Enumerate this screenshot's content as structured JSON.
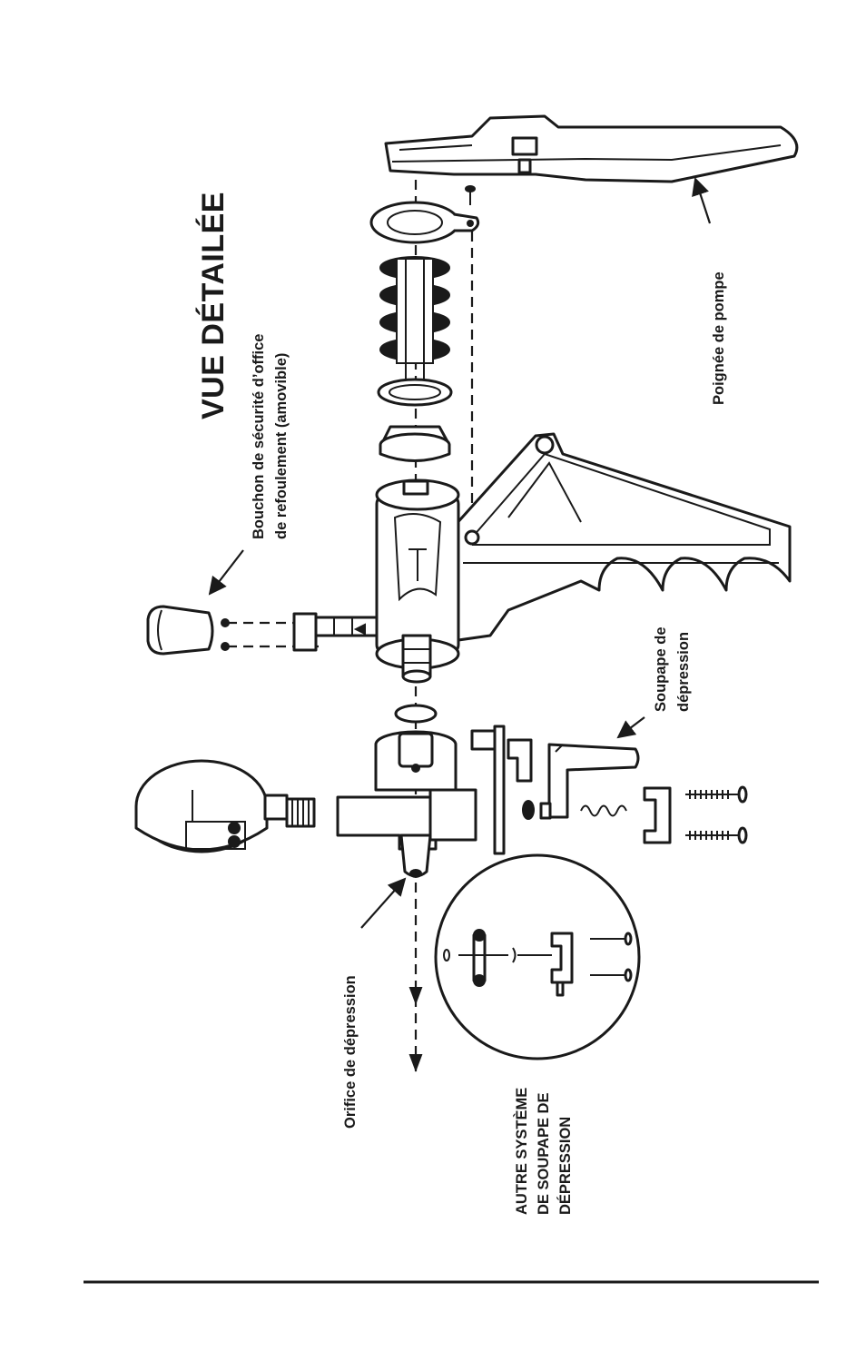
{
  "diagram": {
    "title": "VUE DÉTAILÉE",
    "labels": {
      "cap_line1": "Bouchon de sécurité d’office",
      "cap_line2": "de refoulement (amovible)",
      "handle": "Poignée de pompe",
      "valve_line1": "Soupape de",
      "valve_line2": "dépression",
      "port": "Orifice de dépression",
      "alt_line1": "AUTRE SYSTÈME",
      "alt_line2": "DE SOUPAPE DE",
      "alt_line3": "DÉPRESSION"
    }
  },
  "colors": {
    "ink": "#1a1a1a",
    "paper": "#ffffff"
  }
}
